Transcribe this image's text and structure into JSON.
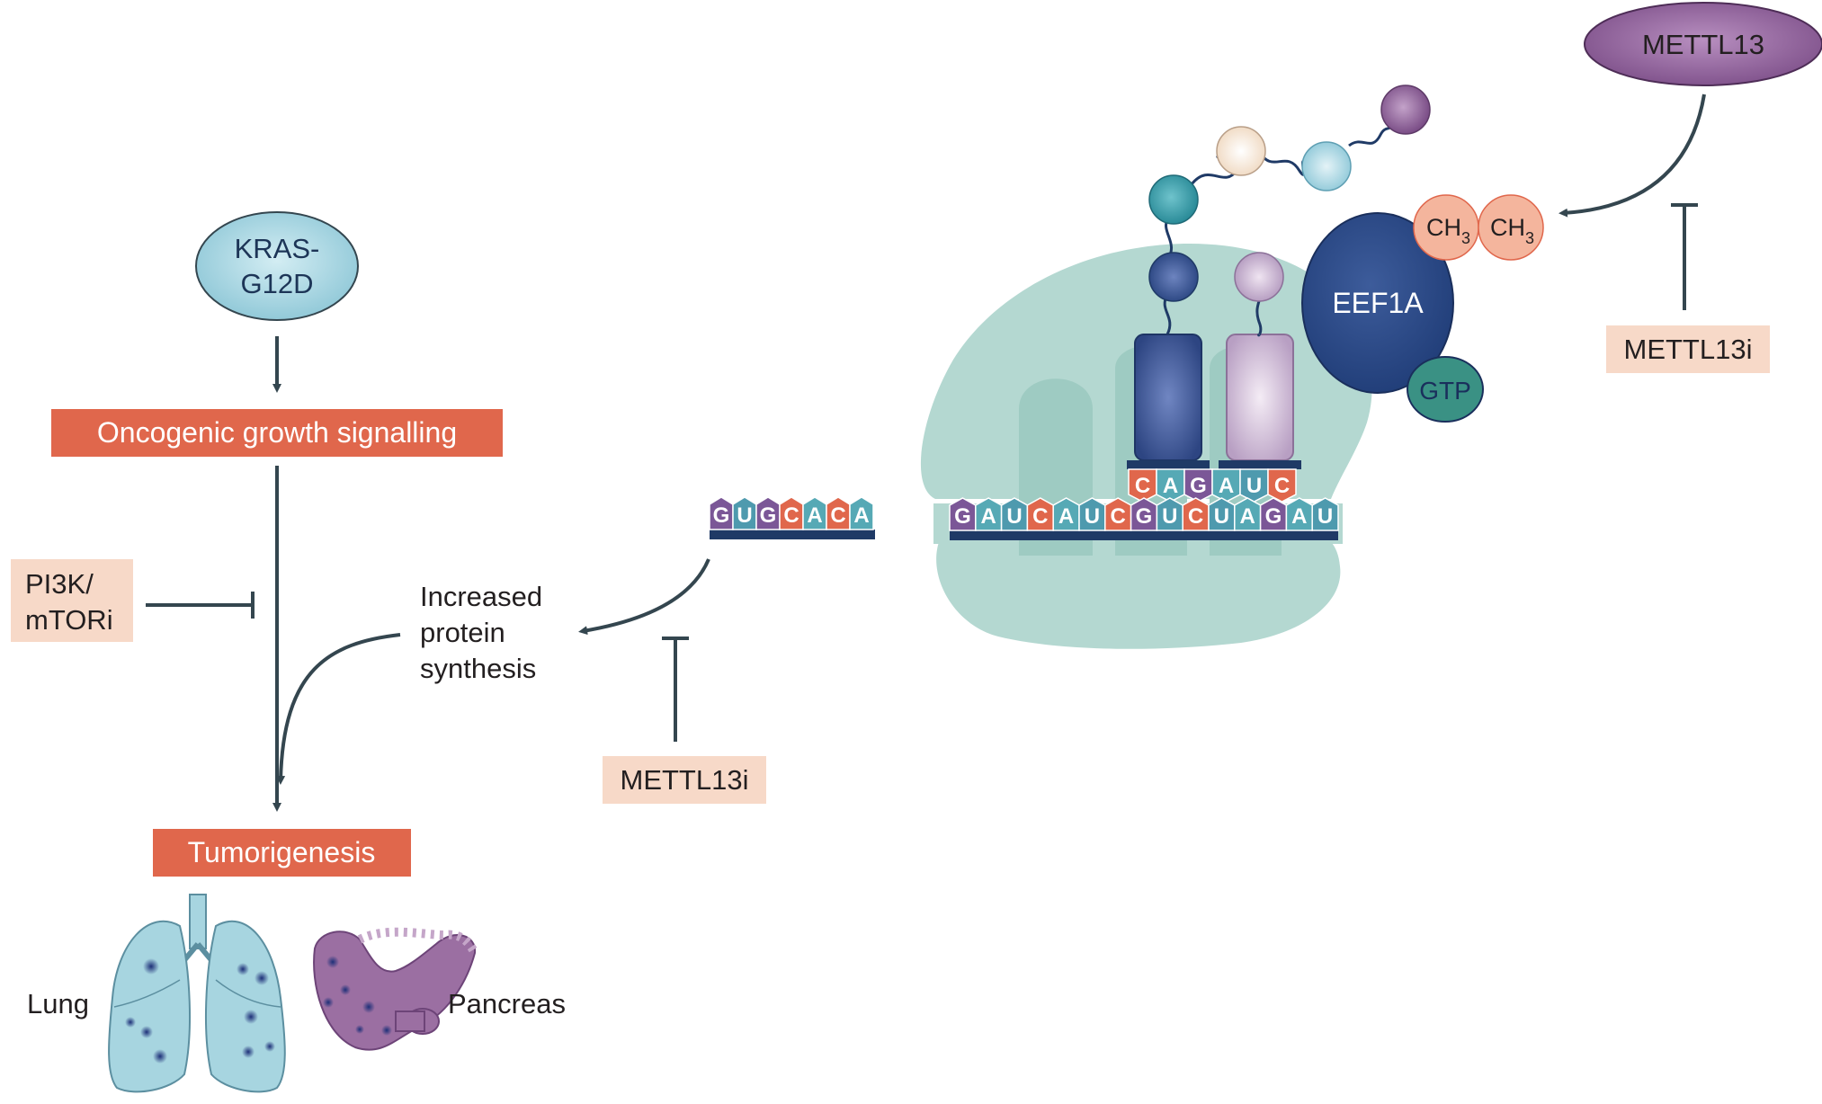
{
  "colors": {
    "orange_box": "#e0674c",
    "peach_box": "#f7d9c8",
    "arrow": "#34464f",
    "ribosome": "#b4d8d1",
    "ribosome_pocket": "#9ecbc2",
    "eef1a": "#2c4a86",
    "gtp": "#3a9184",
    "methyl": "#f4b59d",
    "mettl13": "#8c5a94",
    "kras": "#a9d6e2",
    "lung": "#a7d5e0",
    "pancreas": "#9b6fa2",
    "mrna_strand": "#1f3a66",
    "base_purple": "#7b5797",
    "base_blue": "#4e9aae",
    "base_orange": "#e0674c",
    "base_teal": "#56a9b5"
  },
  "left_pathway": {
    "kras_label": "KRAS-\nG12D",
    "kras_line1": "KRAS-",
    "kras_line2": "G12D",
    "oncogenic_label": "Oncogenic growth signalling",
    "pi3k_line1": "PI3K/",
    "pi3k_line2": "mTORi",
    "increased_line1": "Increased",
    "increased_line2": "protein",
    "increased_line3": "synthesis",
    "tumorigenesis_label": "Tumorigenesis",
    "lung_label": "Lung",
    "pancreas_label": "Pancreas"
  },
  "middle": {
    "mettl13i_label": "METTL13i",
    "mrna_left_bases": [
      "G",
      "U",
      "G",
      "C",
      "A",
      "C",
      "A"
    ]
  },
  "ribosome": {
    "mrna_bases": [
      "G",
      "A",
      "U",
      "C",
      "A",
      "U",
      "C",
      "G",
      "U",
      "C",
      "U",
      "A",
      "G",
      "A",
      "U"
    ],
    "anticodon_bases": [
      "C",
      "A",
      "G",
      "A",
      "U",
      "C"
    ],
    "eef1a_label": "EEF1A",
    "gtp_label": "GTP",
    "ch3_main": "CH",
    "ch3_sub": "3"
  },
  "right": {
    "mettl13_label": "METTL13",
    "mettl13i_label": "METTL13i"
  },
  "icons": [
    "lung-icon",
    "pancreas-icon",
    "ribosome-icon",
    "trna-icon",
    "amino-acid-chain-icon"
  ]
}
